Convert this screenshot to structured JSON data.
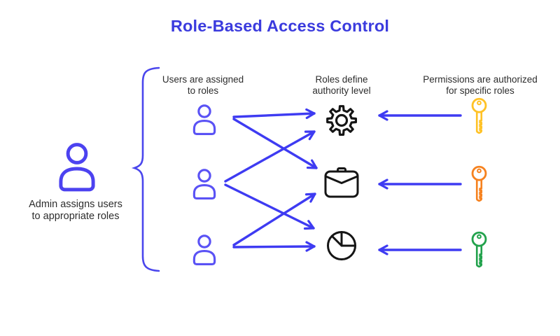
{
  "title": {
    "text": "Role-Based Access Control",
    "color": "#3B3BDE"
  },
  "column_labels": {
    "users": {
      "line1": "Users are assigned",
      "line2": "to roles"
    },
    "roles": {
      "line1": "Roles define",
      "line2": "authority level"
    },
    "permissions": {
      "line1": "Permissions are authorized",
      "line2": "for specific roles"
    }
  },
  "admin": {
    "icon": "person-icon",
    "color": "#4C42F0",
    "line1": "Admin assigns users",
    "line2": "to appropriate roles"
  },
  "users": {
    "color": "#5A52F5",
    "items": [
      {
        "icon": "person-icon"
      },
      {
        "icon": "person-icon"
      },
      {
        "icon": "person-icon"
      }
    ]
  },
  "roles": {
    "color": "#151515",
    "items": [
      {
        "icon": "gear-icon"
      },
      {
        "icon": "briefcase-icon"
      },
      {
        "icon": "pie-chart-icon"
      }
    ]
  },
  "keys": {
    "items": [
      {
        "icon": "key-icon",
        "color": "#FFC226"
      },
      {
        "icon": "key-icon",
        "color": "#F6821F"
      },
      {
        "icon": "key-icon",
        "color": "#22A24C"
      }
    ]
  },
  "connections": {
    "arrow_color": "#3E3BF2",
    "brace_color": "#4A46ED",
    "admin_to_users": "curly-brace",
    "user_role_arrows": [
      {
        "from": "user-1",
        "to": "gear-role"
      },
      {
        "from": "user-1",
        "to": "briefcase-role"
      },
      {
        "from": "user-2",
        "to": "gear-role"
      },
      {
        "from": "user-2",
        "to": "pie-role"
      },
      {
        "from": "user-3",
        "to": "briefcase-role"
      },
      {
        "from": "user-3",
        "to": "pie-role"
      }
    ],
    "key_role_arrows": [
      {
        "from": "key-1",
        "to": "gear-role"
      },
      {
        "from": "key-2",
        "to": "briefcase-role"
      },
      {
        "from": "key-3",
        "to": "pie-role"
      }
    ]
  }
}
